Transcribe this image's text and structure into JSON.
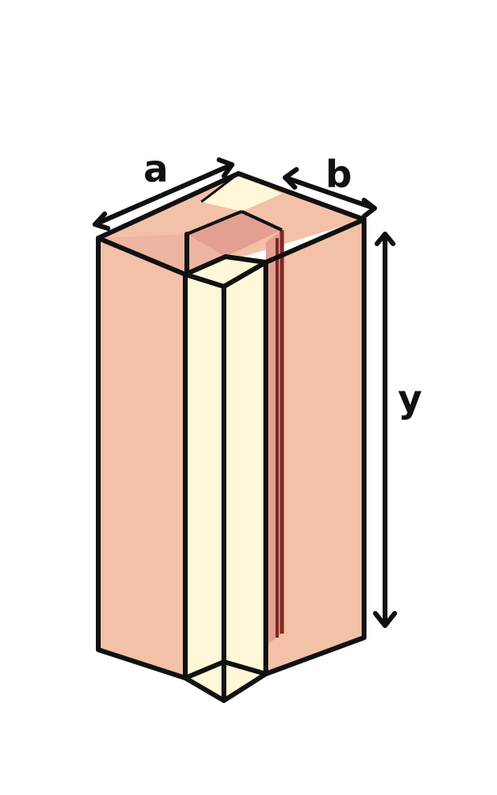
{
  "diagram": {
    "labels": {
      "a": "a",
      "b": "b",
      "y": "y"
    },
    "colors": {
      "box_face": "#f2c1a8",
      "box_top": "#f2c1a8",
      "inner_dark": "#e3a092",
      "inner_edge": "#7c2a24",
      "slab_light": "#fef8d9",
      "stroke": "#111111"
    }
  }
}
